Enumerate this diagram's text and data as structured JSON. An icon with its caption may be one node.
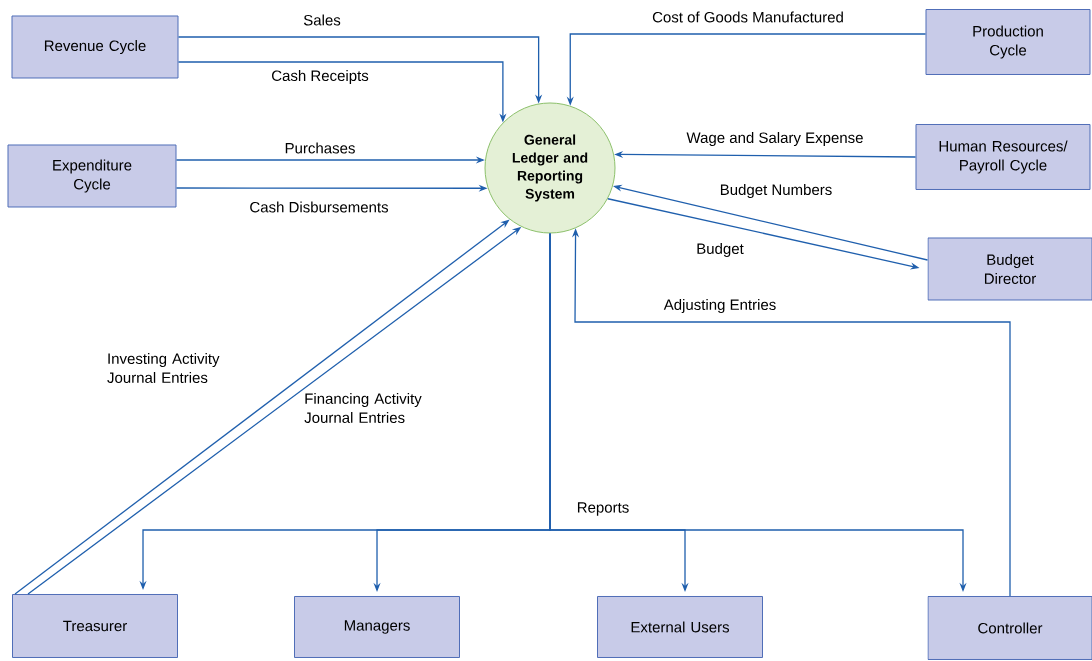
{
  "diagram": {
    "nodes": [
      {
        "text": [
          "Revenue Cycle"
        ]
      },
      {
        "text": [
          "Production Cycle"
        ]
      },
      {
        "text": [
          "General Ledger and Reporting System"
        ]
      },
      {
        "text": [
          "Expenditure Cycle"
        ]
      },
      {
        "text": [
          "Human Resources/ Payroll Cycle"
        ]
      },
      {
        "text": [
          "Budget Director"
        ]
      },
      {
        "text": [
          "Treasurer"
        ]
      },
      {
        "text": [
          "Managers"
        ]
      },
      {
        "text": [
          "External Users"
        ]
      },
      {
        "text": [
          "Controller"
        ]
      }
    ],
    "edges": [
      {
        "from": 0,
        "to": 2,
        "arrow": "to",
        "label": "Sales"
      },
      {
        "from": 0,
        "to": 2,
        "arrow": "to",
        "label": "Cash Receipts"
      },
      {
        "from": 1,
        "to": 2,
        "arrow": "to",
        "label": "Cost of Goods Manufactured"
      },
      {
        "from": 3,
        "to": 2,
        "arrow": "to",
        "label": "Purchases"
      },
      {
        "from": 3,
        "to": 2,
        "arrow": "to",
        "label": "Cash Disbursements"
      },
      {
        "from": 4,
        "to": 2,
        "arrow": "to",
        "label": "Wage and Salary Expense"
      },
      {
        "from": 5,
        "to": 2,
        "arrow": "to",
        "label": "Budget Numbers"
      },
      {
        "from": 2,
        "to": 5,
        "arrow": "to",
        "label": "Budget"
      },
      {
        "from": 9,
        "to": 2,
        "arrow": "to",
        "label": "Adjusting Entries"
      },
      {
        "from": 6,
        "to": 2,
        "arrow": "to",
        "label": "Investing Activity Journal Entries"
      },
      {
        "from": 6,
        "to": 2,
        "arrow": "to",
        "label": "Financing Activity Journal Entries"
      },
      {
        "from": 2,
        "to": 6,
        "arrow": "to",
        "label": "Reports"
      },
      {
        "from": 2,
        "to": 7,
        "arrow": "to"
      },
      {
        "from": 2,
        "to": 8,
        "arrow": "to"
      },
      {
        "from": 2,
        "to": 9,
        "arrow": "to"
      }
    ]
  }
}
